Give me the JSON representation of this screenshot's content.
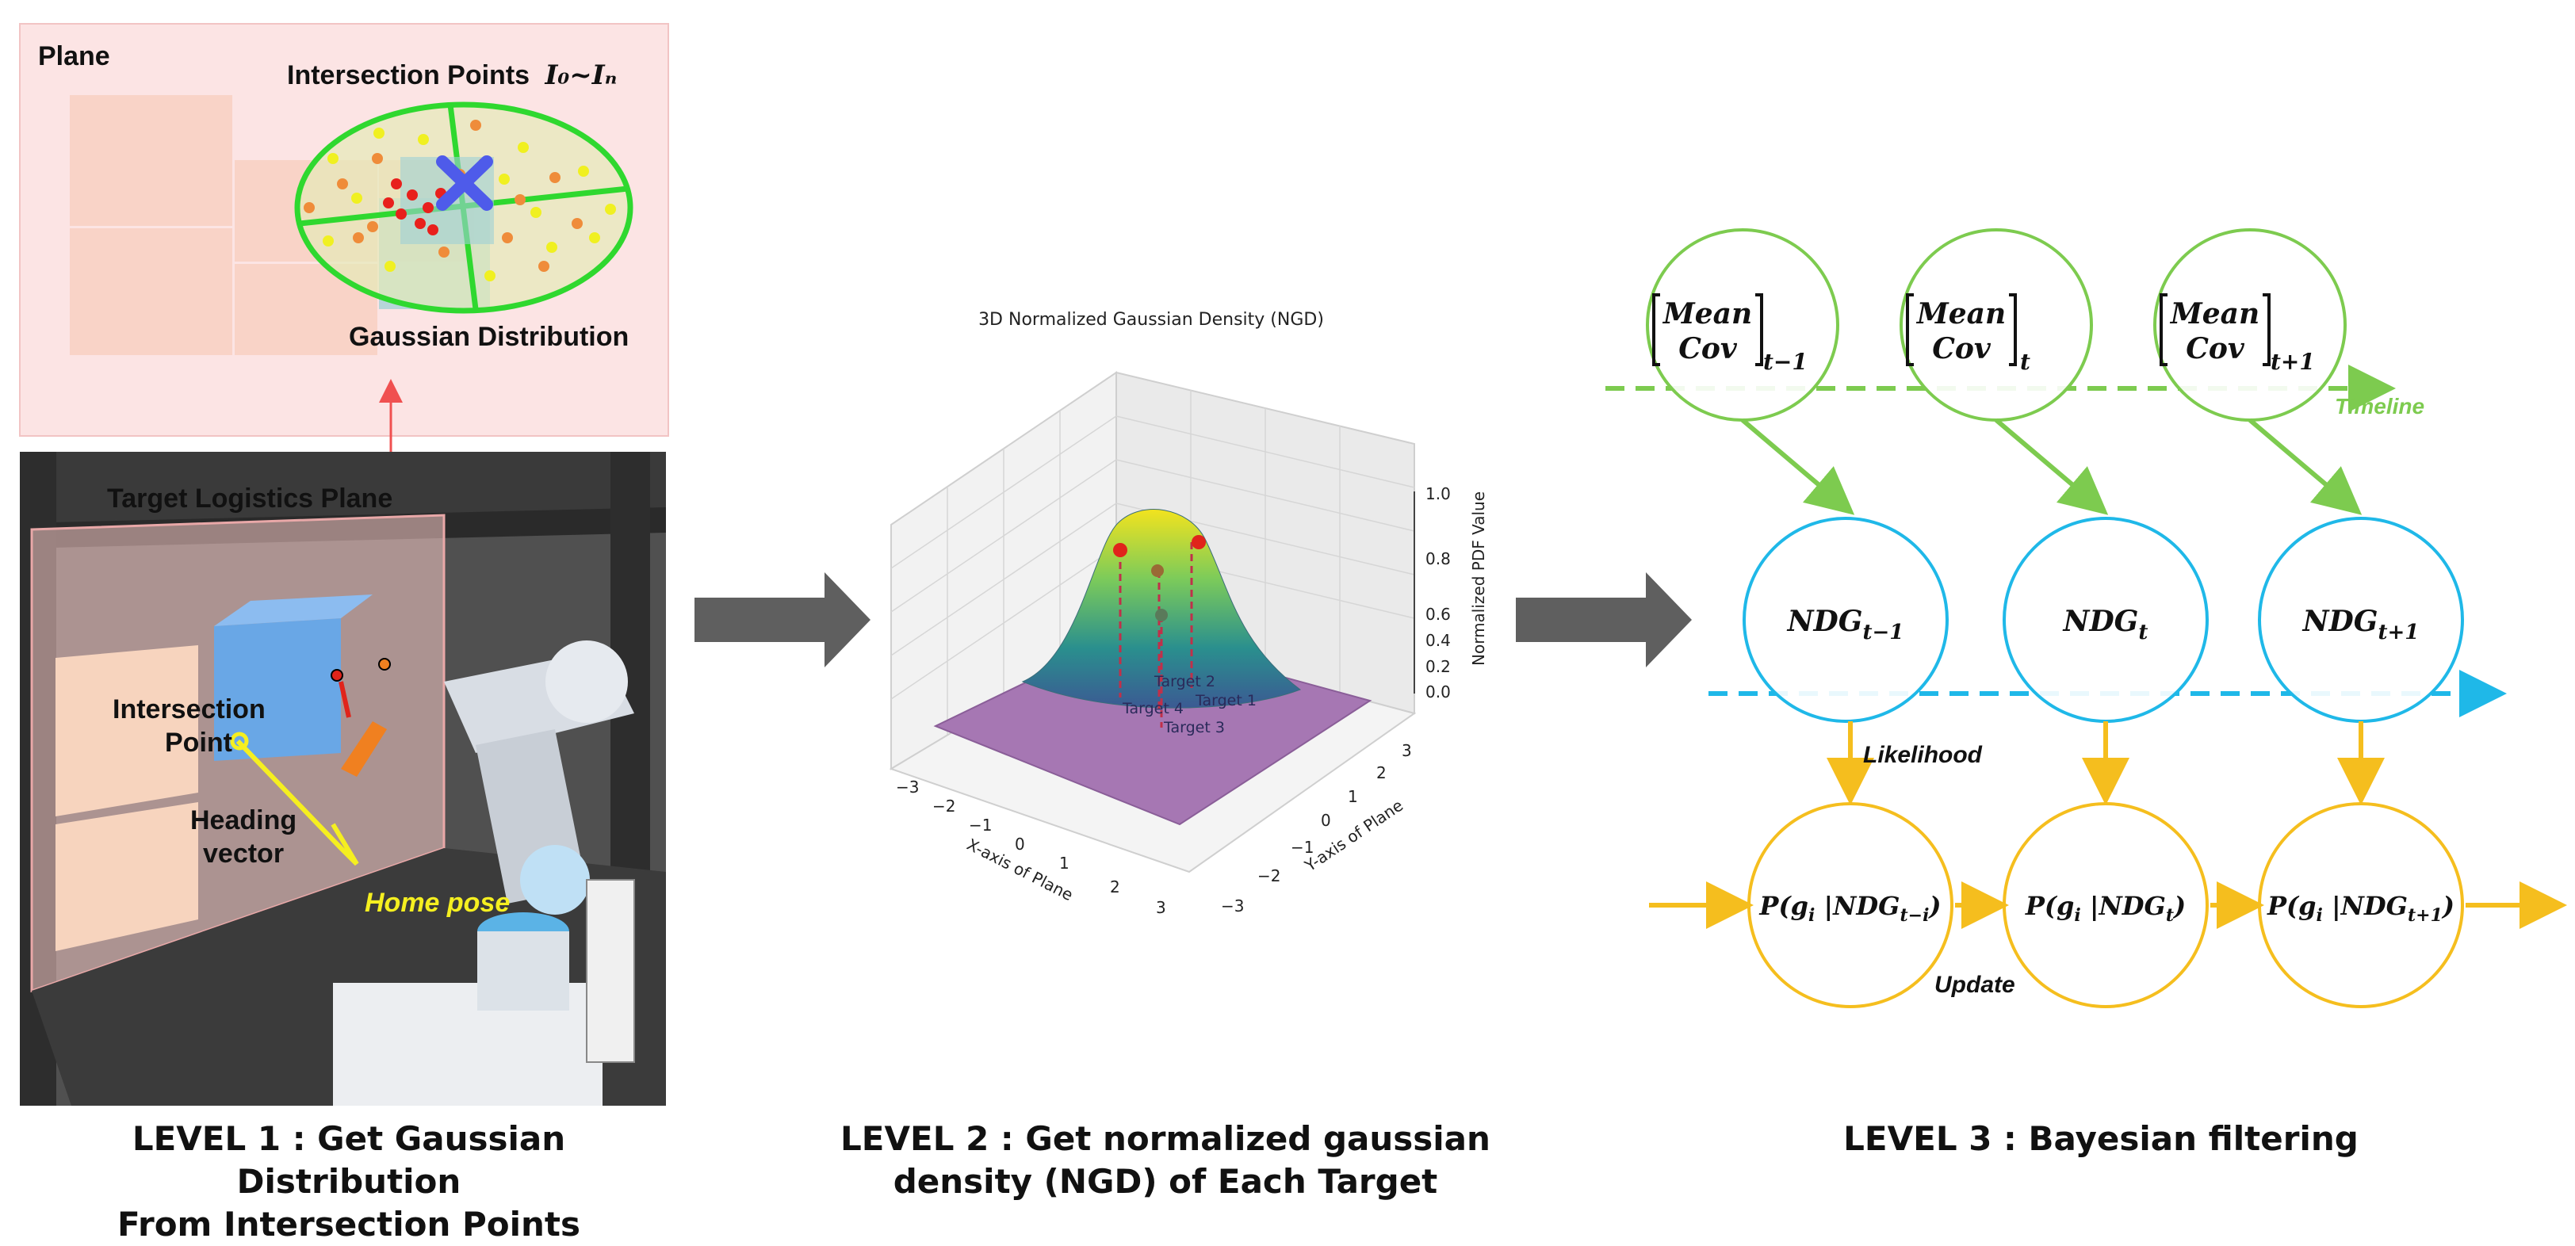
{
  "level1": {
    "plane_label": "Plane",
    "intersection_points_label": "Intersection Points",
    "intersection_points_math": "I₀~Iₙ",
    "gaussian_distribution_label": "Gaussian Distribution",
    "target_logistics_plane_label": "Target Logistics Plane",
    "intersection_point_label_1": "Intersection",
    "intersection_point_label_2": "Point",
    "heading_vector_label_1": "Heading",
    "heading_vector_label_2": "vector",
    "home_pose_label": "Home pose",
    "caption_line1": "LEVEL 1 :  Get Gaussian Distribution",
    "caption_line2": "From Intersection Points"
  },
  "level2": {
    "plot_title": "3D Normalized Gaussian Density (NGD)",
    "x_axis_label": "X-axis of Plane",
    "y_axis_label": "Y-axis of Plane",
    "z_axis_label": "Normalized PDF Value",
    "x_ticks": [
      "−3",
      "−2",
      "−1",
      "0",
      "1",
      "2",
      "3"
    ],
    "y_ticks": [
      "−3",
      "−2",
      "−1",
      "0",
      "1",
      "2",
      "3"
    ],
    "z_ticks": [
      "0.0",
      "0.2",
      "0.4",
      "0.6",
      "0.8",
      "1.0"
    ],
    "targets": [
      "Target 2",
      "Target 1",
      "Target 4",
      "Target 3"
    ],
    "caption_line1": "LEVEL 2 :  Get normalized gaussian",
    "caption_line2": "density (NGD) of Each Target"
  },
  "level3": {
    "mean_label": "Mean",
    "cov_label": "Cov",
    "state_subscripts": [
      "t−1",
      "t",
      "t+1"
    ],
    "ngd_label": "NDG",
    "ngd_subscripts": [
      "t−1",
      "t",
      "t+1"
    ],
    "posterior_prefix": "P(g",
    "posterior_mid": " |NDG",
    "posterior_subscripts": [
      "t−i",
      "t",
      "t+1"
    ],
    "posterior_suffix": ")",
    "timeline_label": "Timeline",
    "likelihood_label": "Likelihood",
    "update_label": "Update",
    "caption": "LEVEL 3 :  Bayesian filtering"
  },
  "colors": {
    "green": "#7DCB4F",
    "cyan": "#1FB8E8",
    "yellow": "#F5BE1E",
    "arrow_gray": "#5f5f5f",
    "plane_pink": "#FCE4E4"
  }
}
